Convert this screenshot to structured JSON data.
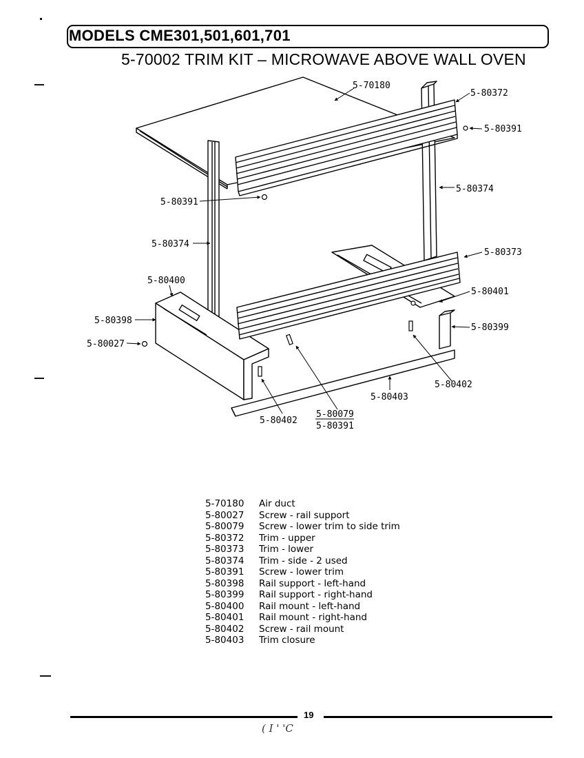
{
  "header": {
    "models": "MODELS CME301,501,601,701",
    "subtitle": "5-70002 TRIM KIT – MICROWAVE ABOVE WALL OVEN"
  },
  "callouts": {
    "air_duct": "5-70180",
    "trim_upper": "5-80372",
    "screw_right": "5-80391",
    "side_trim_right": "5-80374",
    "screw_left": "5-80391",
    "side_trim_left": "5-80374",
    "trim_lower": "5-80373",
    "rail_mount_left": "5-80400",
    "rail_mount_right": "5-80401",
    "rail_support_left": "5-80398",
    "rail_support_right": "5-80399",
    "screw_rail_support": "5-80027",
    "screw_rail_mount_right": "5-80402",
    "trim_closure": "5-80403",
    "screw_rail_mount_left": "5-80402",
    "screw_lower_trim_side": "5-80079",
    "screw_lower_trim_bottom": "5-80391"
  },
  "parts": [
    {
      "number": "5-70180",
      "description": "Air duct"
    },
    {
      "number": "5-80027",
      "description": "Screw - rail support"
    },
    {
      "number": "5-80079",
      "description": "Screw - lower trim to side trim"
    },
    {
      "number": "5-80372",
      "description": "Trim - upper"
    },
    {
      "number": "5-80373",
      "description": "Trim - lower"
    },
    {
      "number": "5-80374",
      "description": "Trim - side - 2 used"
    },
    {
      "number": "5-80391",
      "description": "Screw - lower trim"
    },
    {
      "number": "5-80398",
      "description": "Rail support - left-hand"
    },
    {
      "number": "5-80399",
      "description": "Rail support - right-hand"
    },
    {
      "number": "5-80400",
      "description": "Rail mount - left-hand"
    },
    {
      "number": "5-80401",
      "description": "Rail mount - right-hand"
    },
    {
      "number": "5-80402",
      "description": "Screw - rail mount"
    },
    {
      "number": "5-80403",
      "description": "Trim closure"
    }
  ],
  "footer": {
    "page_number": "19",
    "handwritten": "( I ' 'C"
  }
}
